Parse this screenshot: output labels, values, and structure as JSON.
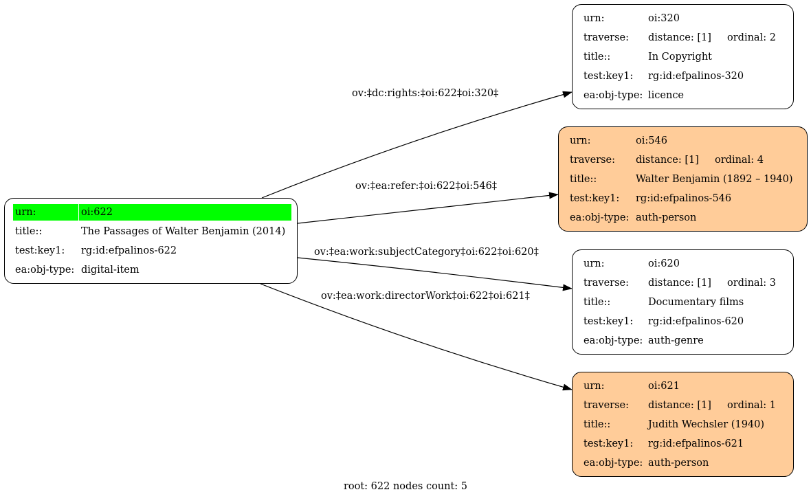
{
  "nodes": {
    "root": {
      "rows": [
        {
          "label": "urn:",
          "value": "oi:622"
        },
        {
          "label": "title::",
          "value": "The Passages of Walter Benjamin (2014)"
        },
        {
          "label": "test:key1:",
          "value": "rg:id:efpalinos-622"
        },
        {
          "label": "ea:obj-type:",
          "value": "digital-item"
        }
      ],
      "highlight_color": "#00ff00"
    },
    "n320": {
      "fill": "#ffffff",
      "rows": [
        {
          "label": "urn:",
          "value": "oi:320"
        },
        {
          "label": "traverse:",
          "value": "distance: [1]",
          "extra": "ordinal: 2"
        },
        {
          "label": "title::",
          "value": "In Copyright"
        },
        {
          "label": "test:key1:",
          "value": "rg:id:efpalinos-320"
        },
        {
          "label": "ea:obj-type:",
          "value": "licence"
        }
      ]
    },
    "n546": {
      "fill": "#ffcc99",
      "rows": [
        {
          "label": "urn:",
          "value": "oi:546"
        },
        {
          "label": "traverse:",
          "value": "distance: [1]",
          "extra": "ordinal: 4"
        },
        {
          "label": "title::",
          "value": "Walter Benjamin (1892 – 1940)"
        },
        {
          "label": "test:key1:",
          "value": "rg:id:efpalinos-546"
        },
        {
          "label": "ea:obj-type:",
          "value": "auth-person"
        }
      ]
    },
    "n620": {
      "fill": "#ffffff",
      "rows": [
        {
          "label": "urn:",
          "value": "oi:620"
        },
        {
          "label": "traverse:",
          "value": "distance: [1]",
          "extra": "ordinal: 3"
        },
        {
          "label": "title::",
          "value": "Documentary films"
        },
        {
          "label": "test:key1:",
          "value": "rg:id:efpalinos-620"
        },
        {
          "label": "ea:obj-type:",
          "value": "auth-genre"
        }
      ]
    },
    "n621": {
      "fill": "#ffcc99",
      "rows": [
        {
          "label": "urn:",
          "value": "oi:621"
        },
        {
          "label": "traverse:",
          "value": "distance: [1]",
          "extra": "ordinal: 1"
        },
        {
          "label": "title::",
          "value": "Judith Wechsler (1940)"
        },
        {
          "label": "test:key1:",
          "value": "rg:id:efpalinos-621"
        },
        {
          "label": "ea:obj-type:",
          "value": "auth-person"
        }
      ]
    }
  },
  "edges": [
    {
      "from": "root",
      "to": "n320",
      "label": "ov:‡dc:rights:‡oi:622‡oi:320‡"
    },
    {
      "from": "root",
      "to": "n546",
      "label": "ov:‡ea:refer:‡oi:622‡oi:546‡"
    },
    {
      "from": "root",
      "to": "n620",
      "label": "ov:‡ea:work:subjectCategory‡oi:622‡oi:620‡"
    },
    {
      "from": "root",
      "to": "n621",
      "label": "ov:‡ea:work:directorWork‡oi:622‡oi:621‡"
    }
  ],
  "footer": "root: 622 nodes count: 5"
}
